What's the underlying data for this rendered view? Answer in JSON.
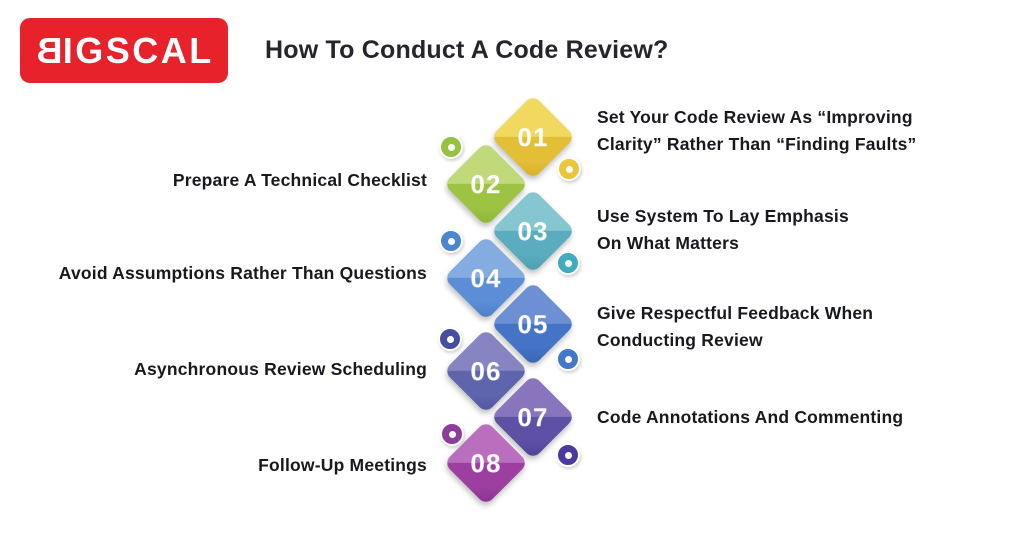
{
  "header": {
    "logo_b": "B",
    "logo_rest": "IGSCAL",
    "logo_bg": "#E7222B",
    "title": "How To Conduct A Code Review?"
  },
  "steps": [
    {
      "number": "01",
      "side": "right",
      "lines": [
        "Set Your Code Review As “Improving",
        "Clarity” Rather Than “Finding Faults”"
      ],
      "colors": {
        "light": "#F0D95E",
        "main": "#E3BE37",
        "dark": "#D8AF26",
        "donut": "#EBC53B"
      }
    },
    {
      "number": "02",
      "side": "left",
      "lines": [
        "Prepare A Technical Checklist"
      ],
      "colors": {
        "light": "#BFD97B",
        "main": "#9EC342",
        "dark": "#8CB335",
        "donut": "#97C23F"
      }
    },
    {
      "number": "03",
      "side": "right",
      "lines": [
        "Use System To Lay Emphasis",
        "On What Matters"
      ],
      "colors": {
        "light": "#85C6D0",
        "main": "#5BACBE",
        "dark": "#4B9CAE",
        "donut": "#41ABC0"
      }
    },
    {
      "number": "04",
      "side": "left",
      "lines": [
        "Avoid Assumptions Rather Than Questions"
      ],
      "colors": {
        "light": "#85ACE0",
        "main": "#5B8ED6",
        "dark": "#4A7CC9",
        "donut": "#4B86CF"
      }
    },
    {
      "number": "05",
      "side": "right",
      "lines": [
        "Give Respectful Feedback When",
        "Conducting Review"
      ],
      "colors": {
        "light": "#6C90D3",
        "main": "#4573C5",
        "dark": "#3862B3",
        "donut": "#4377C9"
      }
    },
    {
      "number": "06",
      "side": "left",
      "lines": [
        "Asynchronous Review Scheduling"
      ],
      "colors": {
        "light": "#8684C2",
        "main": "#5F65AD",
        "dark": "#4D53A0",
        "donut": "#474D9F"
      }
    },
    {
      "number": "07",
      "side": "right",
      "lines": [
        "Code Annotations And Commenting"
      ],
      "colors": {
        "light": "#8875BD",
        "main": "#5E50A5",
        "dark": "#4C3F94",
        "donut": "#4C3A9C"
      }
    },
    {
      "number": "08",
      "side": "left",
      "lines": [
        "Follow-Up Meetings"
      ],
      "colors": {
        "light": "#BA6FBE",
        "main": "#9D3FA1",
        "dark": "#88328E",
        "donut": "#8C3D9C"
      }
    }
  ]
}
